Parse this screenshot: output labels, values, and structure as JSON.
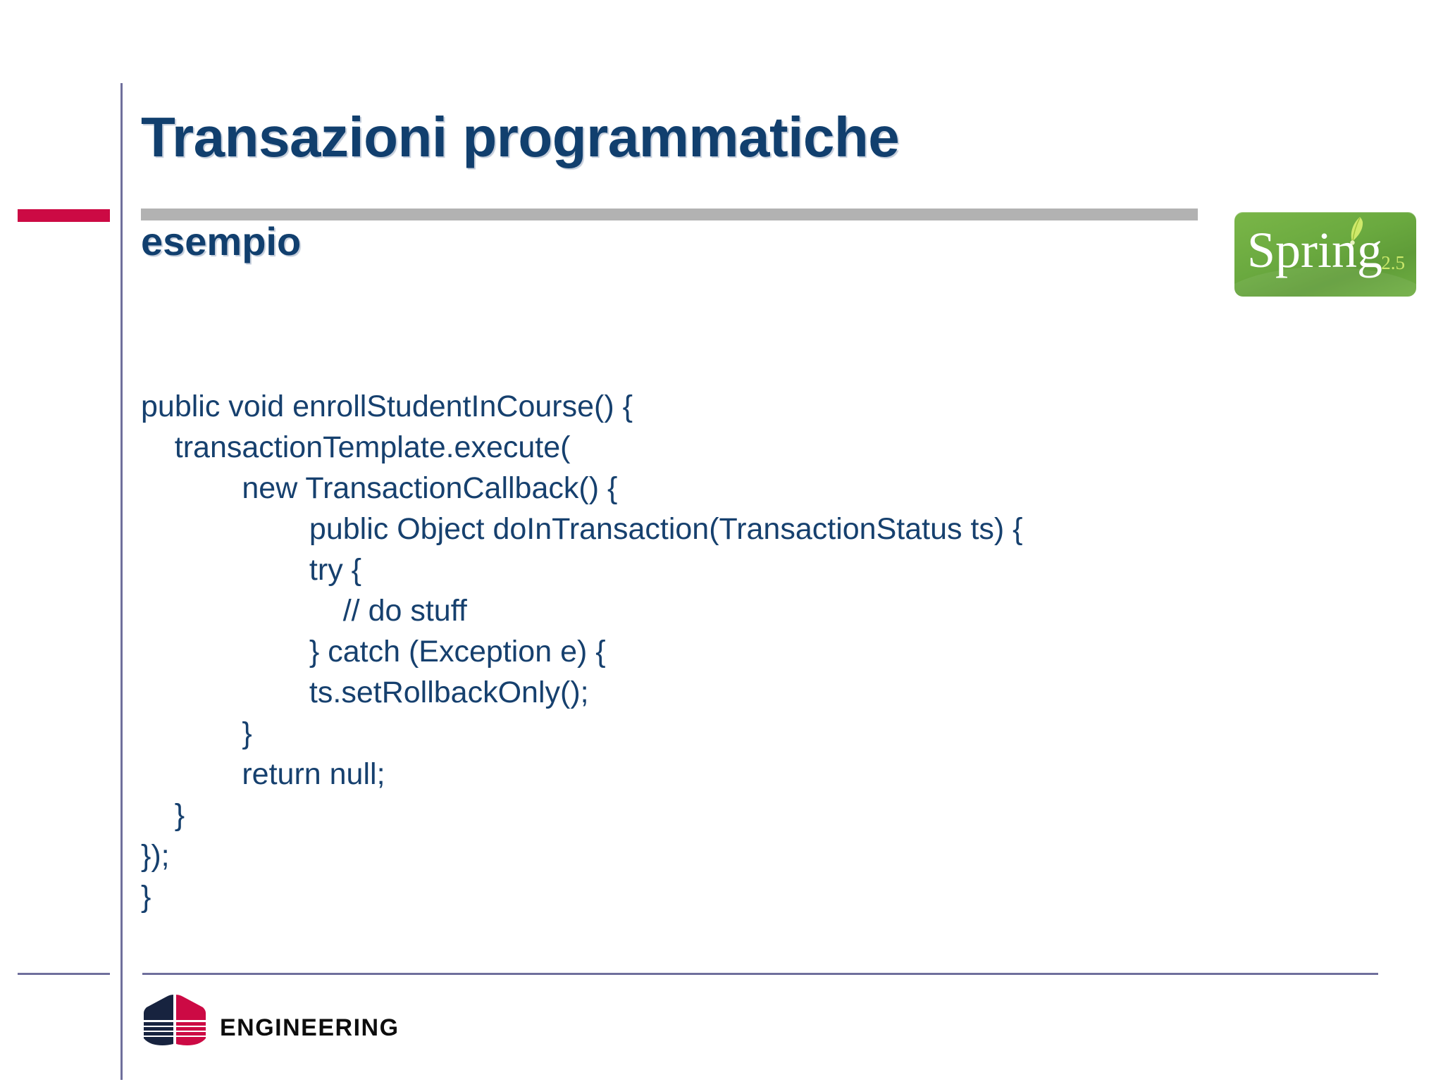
{
  "slide": {
    "title": "Transazioni programmatiche",
    "subtitle": "esempio",
    "title_color": "#113f6e",
    "accent_red": "#cc0a44",
    "rule_color": "#6f6f9c",
    "title_bar_color": "#b2b2b2"
  },
  "spring_logo": {
    "wordmark": "Spring",
    "version": "2.5",
    "background_color": "#6aa93f",
    "version_color": "#cbe86b",
    "leaf_icon": "leaf-icon"
  },
  "code": {
    "language": "java",
    "text_color": "#16406e",
    "lines": [
      "public void enrollStudentInCourse() {",
      "    transactionTemplate.execute(",
      "            new TransactionCallback() {",
      "                    public Object doInTransaction(TransactionStatus ts) {",
      "                    try {",
      "                        // do stuff",
      "                    } catch (Exception e) {",
      "                    ts.setRollbackOnly();",
      "            }",
      "            return null;",
      "    }",
      "});",
      "}"
    ]
  },
  "footer": {
    "company": "ENGINEERING",
    "logo_icon": "engineering-arch-logo",
    "logo_navy": "#17233f",
    "logo_red": "#cc0a44"
  }
}
